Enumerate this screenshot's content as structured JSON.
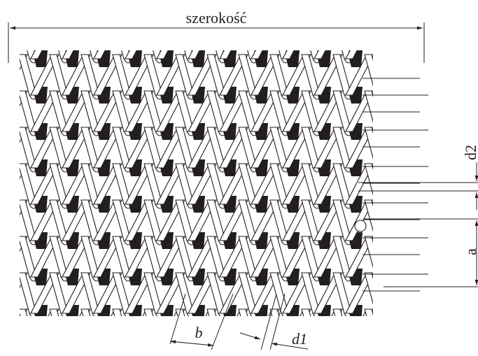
{
  "labels": {
    "width": "szerokość",
    "d2": "d2",
    "a": "a",
    "b": "b",
    "d1": "d1"
  },
  "colors": {
    "line": "#231f20",
    "fill_dark": "#231f20",
    "background": "#ffffff"
  }
}
